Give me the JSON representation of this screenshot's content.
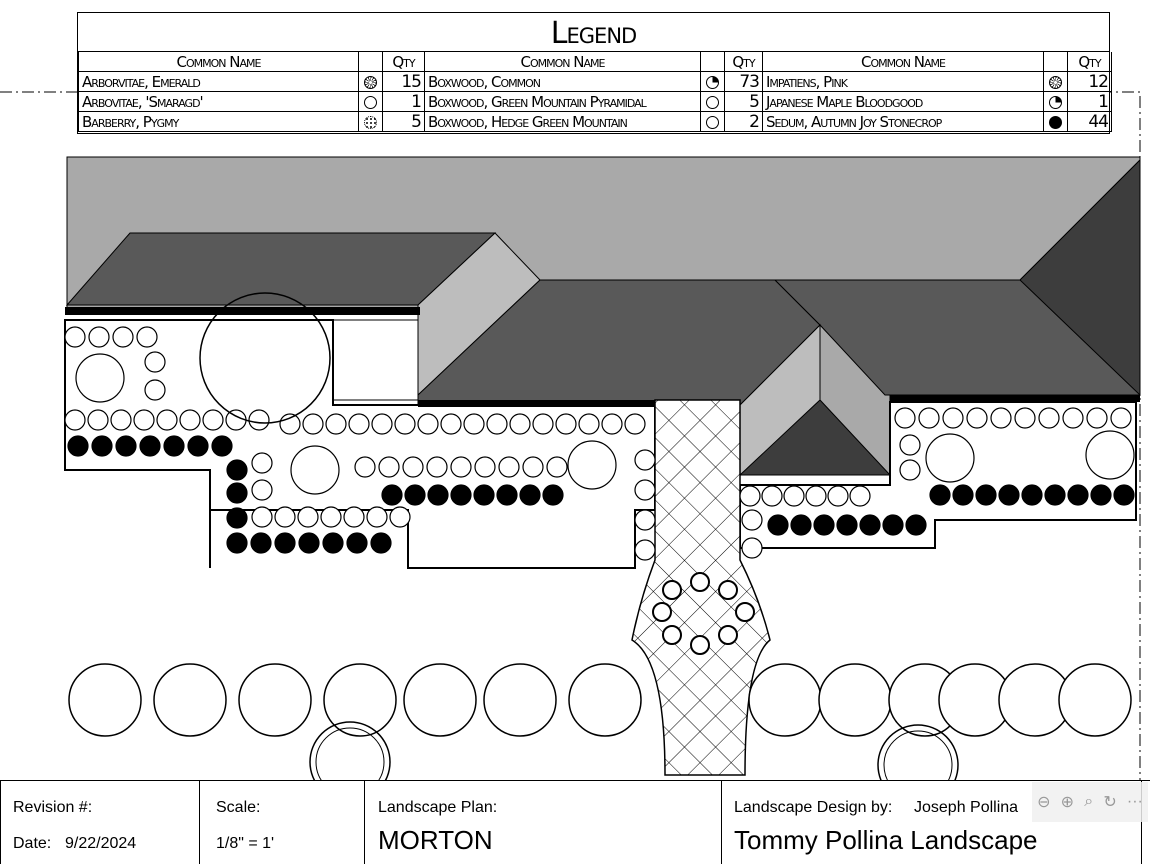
{
  "legend": {
    "title": "Legend",
    "headers": {
      "name": "Common Name",
      "qty": "Qty"
    },
    "columns": [
      [
        {
          "name": "Arborvitae, Emerald",
          "symbol": "star",
          "qty": "15"
        },
        {
          "name": "Arbovitae, 'Smaragd'",
          "symbol": "open",
          "qty": "1"
        },
        {
          "name": "Barberry, Pygmy",
          "symbol": "dots",
          "qty": "5"
        }
      ],
      [
        {
          "name": "Boxwood, Common",
          "symbol": "half",
          "qty": "73"
        },
        {
          "name": "Boxwood, Green Mountain Pyramidal",
          "symbol": "open",
          "qty": "5"
        },
        {
          "name": "Boxwood, Hedge Green Mountain",
          "symbol": "open",
          "qty": "2"
        }
      ],
      [
        {
          "name": "Impatiens, Pink",
          "symbol": "star",
          "qty": "12"
        },
        {
          "name": "Japanese Maple Bloodgood",
          "symbol": "half",
          "qty": "1"
        },
        {
          "name": "Sedum, Autumn Joy Stonecrop",
          "symbol": "fill",
          "qty": "44"
        }
      ]
    ]
  },
  "title_block": {
    "revision_label": "Revision #:",
    "date_label": "Date:",
    "date_value": "9/22/2024",
    "scale_label": "Scale:",
    "scale_value": "1/8\" = 1'",
    "plan_label": "Landscape Plan:",
    "plan_name": "MORTON",
    "designer_label": "Landscape Design by:",
    "designer_name": "Joseph Pollina",
    "company": "Tommy Pollina Landscape"
  },
  "toolbar": {
    "zoom_out": "⊖",
    "zoom_in": "⊕",
    "search": "⌕",
    "rotate": "↻",
    "more": "···"
  },
  "colors": {
    "roof_light": "#a9a9a9",
    "roof_dark": "#595959",
    "roof_mid": "#bdbdbd",
    "roof_darkest": "#3d3d3d"
  }
}
